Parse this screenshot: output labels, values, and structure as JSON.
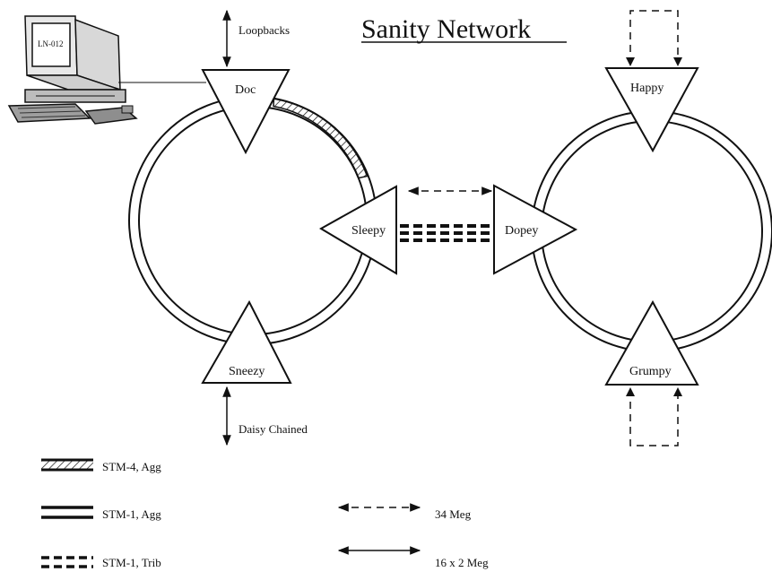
{
  "title": "Sanity Network",
  "terminal": {
    "screen_text": "LN-012"
  },
  "nodes": {
    "doc": "Doc",
    "sleepy": "Sleepy",
    "sneezy": "Sneezy",
    "happy": "Happy",
    "dopey": "Dopey",
    "grumpy": "Grumpy"
  },
  "annotations": {
    "loopbacks": "Loopbacks",
    "daisy_chained": "Daisy Chained"
  },
  "legend": {
    "stm4_agg": "STM-4, Agg",
    "stm1_agg": "STM-1, Agg",
    "stm1_trib": "STM-1, Trib",
    "mbps34": "34 Meg",
    "mbps2x16": "16 x 2 Meg"
  }
}
